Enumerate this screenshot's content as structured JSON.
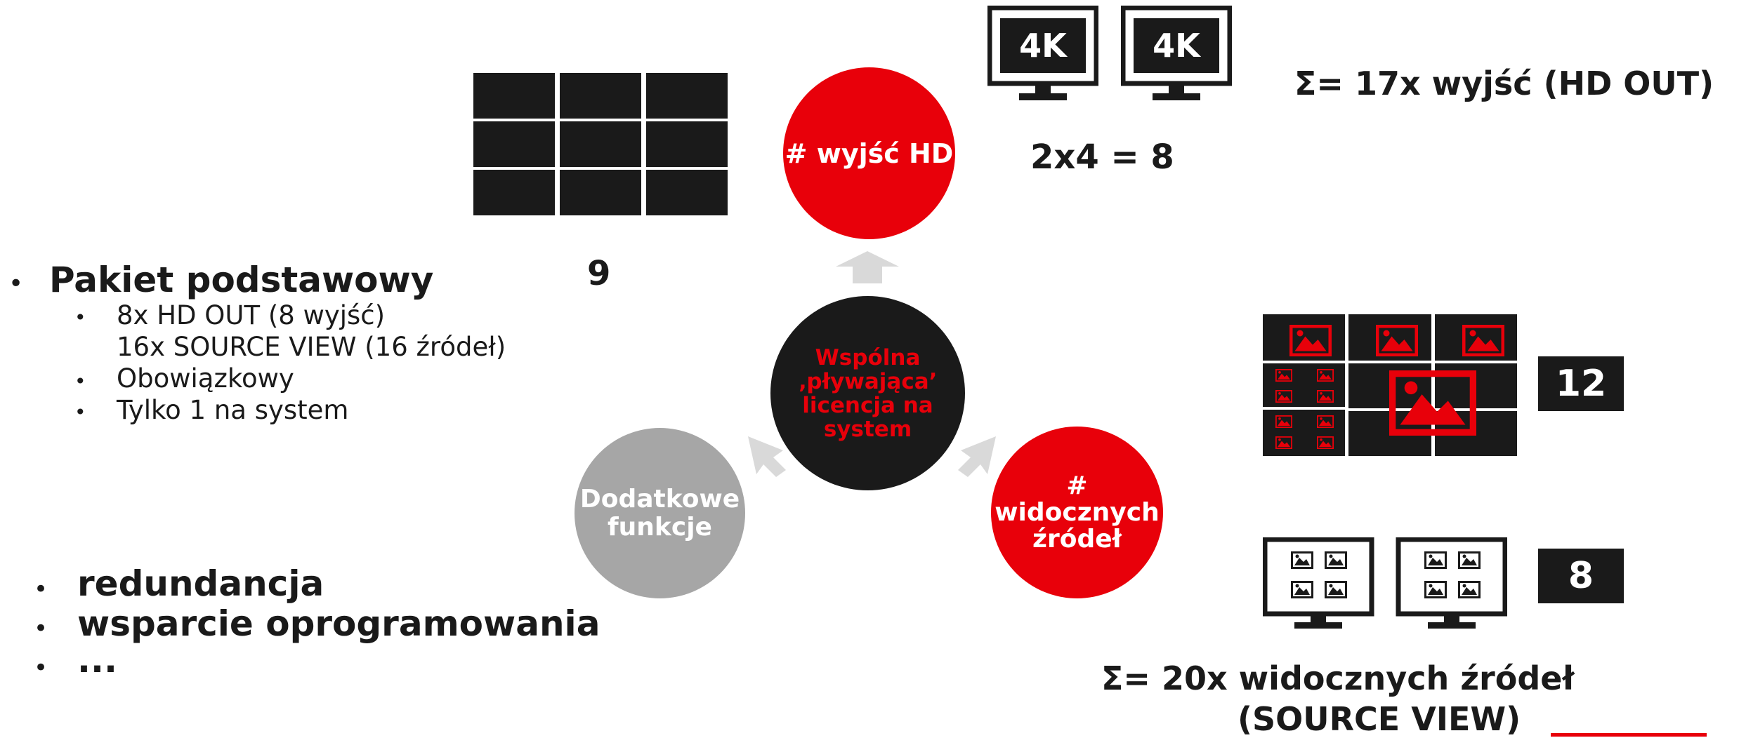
{
  "colors": {
    "red": "#e8000a",
    "dark": "#1a1a1a",
    "gray": "#a6a6a6",
    "arrow": "#d9d9d9"
  },
  "left_list": {
    "heading": "Pakiet podstawowy",
    "items": [
      "8x HD OUT (8 wyjść)",
      "16x SOURCE VIEW (16 źródeł)",
      "Obowiązkowy",
      "Tylko 1 na system"
    ]
  },
  "features": [
    "redundancja",
    "wsparcie oprogramowania",
    "..."
  ],
  "grid_count": "9",
  "circles": {
    "hd": "# wyjść HD",
    "center": [
      "Wspólna",
      "‚pływająca’",
      "licencja na",
      "system"
    ],
    "sources": [
      "#",
      "widocznych",
      "źródeł"
    ],
    "extra": [
      "Dodatkowe",
      "funkcje"
    ]
  },
  "monitor_label": "4K",
  "hd_calc": "2x4 = 8",
  "sum_hd": "Σ= 17x wyjść (HD OUT)",
  "src_box_1": "12",
  "src_box_2": "8",
  "sum_src_line1": "Σ= 20x widocznych źródeł",
  "sum_src_line2": "(SOURCE VIEW)",
  "bullet": "•",
  "icons": [
    "image-icon",
    "monitor-icon",
    "arrow-icon"
  ]
}
